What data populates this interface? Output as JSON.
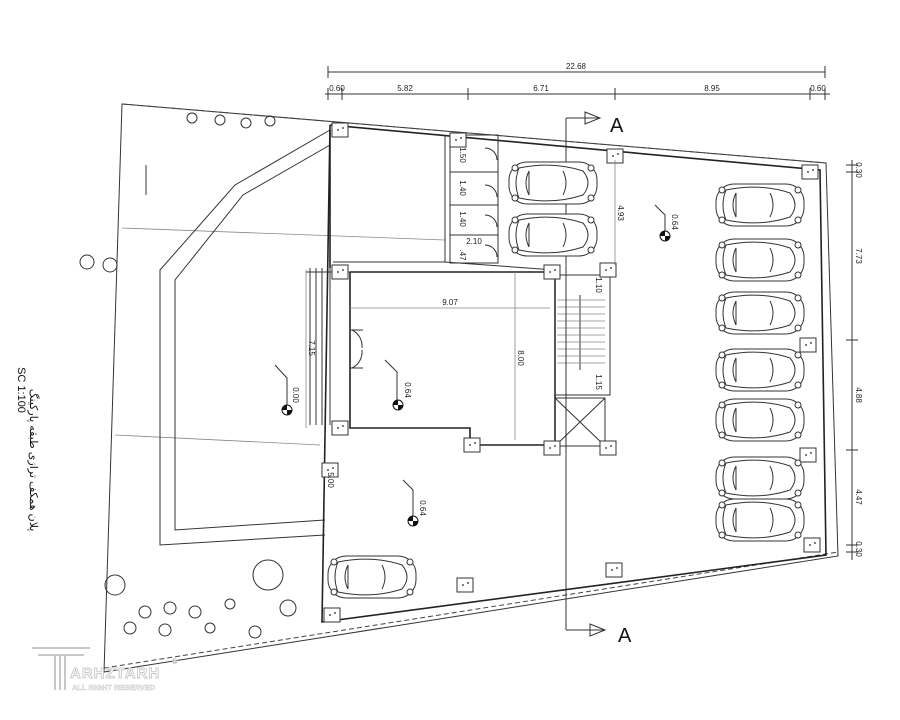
{
  "drawing": {
    "title": "پلان همکف ترازی طبقه پارکینگ",
    "scale": "SC 1:100",
    "section_mark": "A",
    "top_dimensions": {
      "overall": "22.68",
      "segments": [
        "0.60",
        "5.82",
        "6.71",
        "8.95",
        "0.60"
      ]
    },
    "right_dimensions": [
      "0.30",
      "7.73",
      "4.88",
      "4.47",
      "0.30"
    ],
    "interior_dimensions": {
      "hall_width": "9.07",
      "hall_depth": "8.00",
      "steps_length": "7.15",
      "stair_top": "1.10",
      "stair_bottom": "1.15",
      "storage_1": "1.50",
      "storage_2": "1.40",
      "storage_3": "1.40",
      "storage_width": "2.10",
      "storage_4": ".47",
      "parking_depth": "4.93",
      "lower_depth": "5.00"
    },
    "levels": {
      "parking_right": "0.64",
      "hall": "0.64",
      "entrance": "0.00",
      "parking_lower": "0.64"
    },
    "watermark": {
      "brand": "ARHZTARH",
      "rights": "ALL RIGHT RESERVED",
      "registered": "®"
    }
  }
}
